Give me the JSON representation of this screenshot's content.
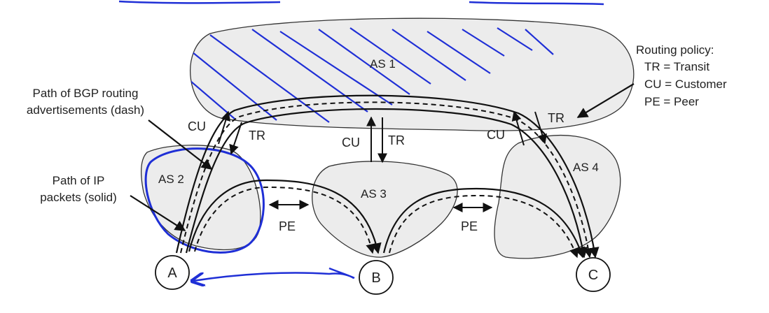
{
  "diagram": {
    "as": [
      {
        "id": "as1",
        "label": "AS 1"
      },
      {
        "id": "as2",
        "label": "AS 2"
      },
      {
        "id": "as3",
        "label": "AS 3"
      },
      {
        "id": "as4",
        "label": "AS 4"
      }
    ],
    "nodes": [
      {
        "id": "a",
        "label": "A"
      },
      {
        "id": "b",
        "label": "B"
      },
      {
        "id": "c",
        "label": "C"
      }
    ],
    "relations": {
      "cu_left": "CU",
      "tr_left": "TR",
      "cu_mid": "CU",
      "tr_mid": "TR",
      "cu_right": "CU",
      "tr_right": "TR",
      "pe_left": "PE",
      "pe_right": "PE"
    },
    "annotations": {
      "bgp_line1": "Path of BGP routing",
      "bgp_line2": "advertisements (dash)",
      "ip_line1": "Path of IP",
      "ip_line2": "packets (solid)"
    },
    "legend": {
      "title": "Routing policy:",
      "items": [
        "TR = Transit",
        "CU = Customer",
        "PE = Peer"
      ]
    },
    "colors": {
      "cloud_fill": "#ececec",
      "outline": "#333333",
      "pen": "#1f2fd6"
    }
  }
}
